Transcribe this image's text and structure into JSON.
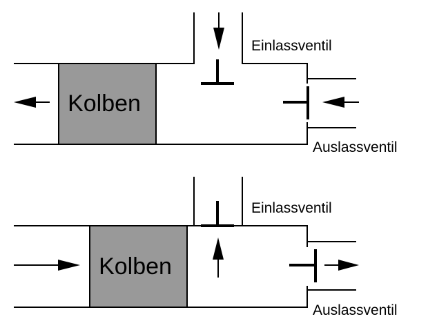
{
  "colors": {
    "piston_fill": "#999999",
    "stroke": "#000000",
    "background": "#ffffff"
  },
  "panels": [
    {
      "piston_label": "Kolben",
      "inlet_label": "Einlassventil",
      "outlet_label": "Auslassventil",
      "piston_motion": "left",
      "inlet_valve": "open",
      "inlet_flow": "into-cylinder",
      "outlet_valve": "closed",
      "outlet_flow": "into-cylinder"
    },
    {
      "piston_label": "Kolben",
      "inlet_label": "Einlassventil",
      "outlet_label": "Auslassventil",
      "piston_motion": "right",
      "inlet_valve": "closed",
      "inlet_flow": "out-of-cylinder",
      "outlet_valve": "open",
      "outlet_flow": "out-of-cylinder"
    }
  ]
}
